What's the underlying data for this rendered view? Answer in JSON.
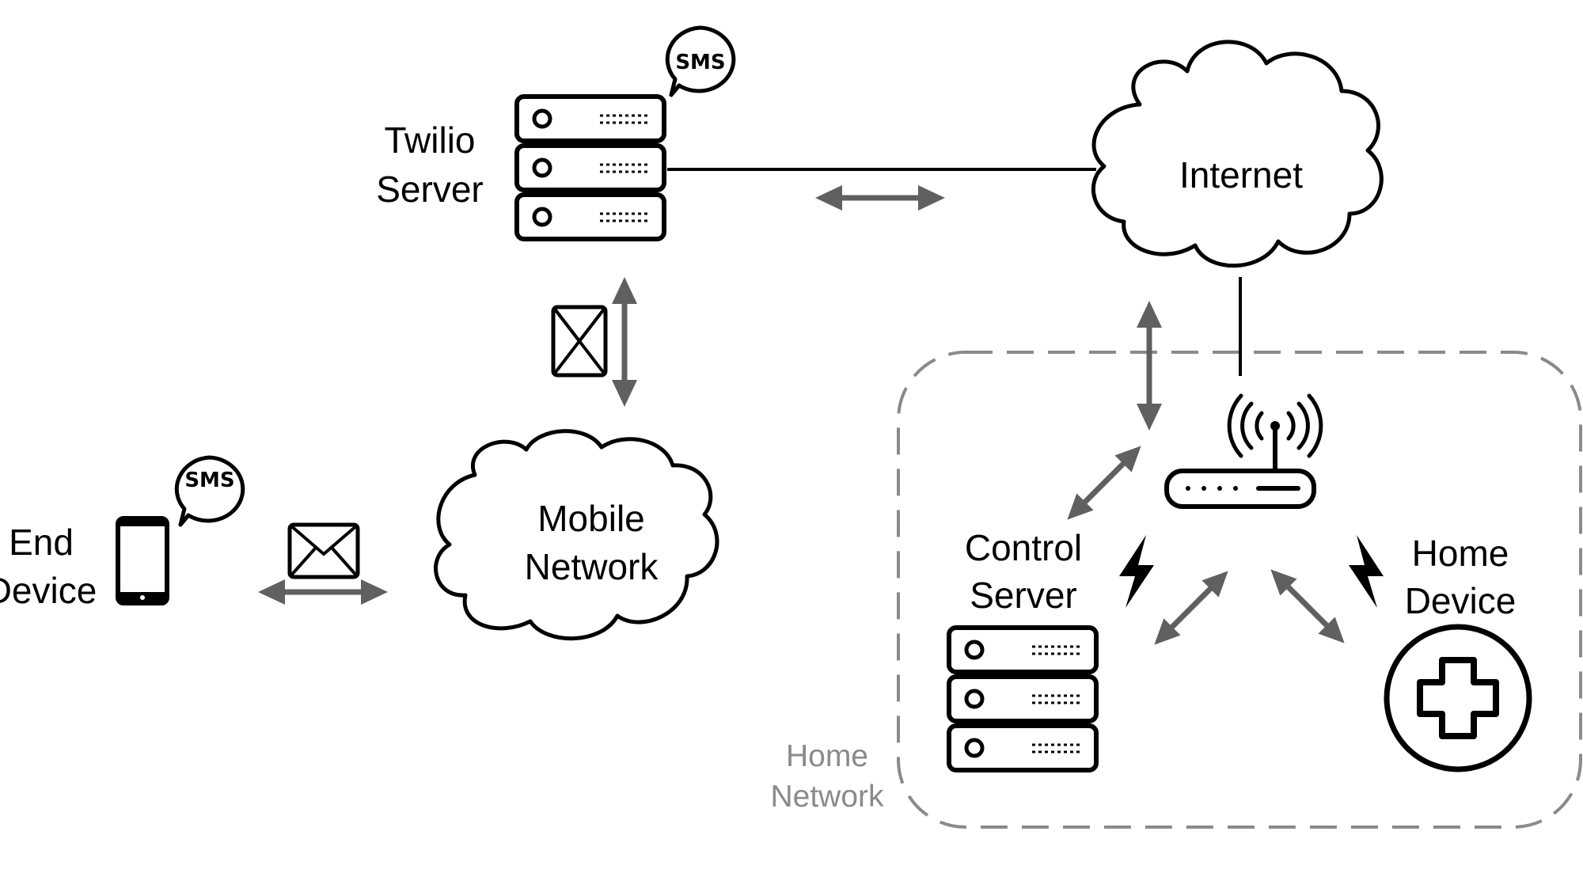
{
  "nodes": {
    "twilio": {
      "label_line1": "Twilio",
      "label_line2": "Server",
      "badge": "SMS"
    },
    "internet": {
      "label": "Internet"
    },
    "mobile_network": {
      "label_line1": "Mobile",
      "label_line2": "Network"
    },
    "end_device": {
      "label_line1": "End",
      "label_line2": "Device",
      "badge": "SMS"
    },
    "control_server": {
      "label_line1": "Control",
      "label_line2": "Server"
    },
    "home_device": {
      "label_line1": "Home",
      "label_line2": "Device"
    },
    "home_network": {
      "label_line1": "Home",
      "label_line2": "Network"
    }
  },
  "colors": {
    "stroke": "#000000",
    "arrow": "#606060",
    "boundary": "#8a8a8a",
    "muted_text": "#8a8a8a"
  },
  "icons": [
    "server-rack-icon",
    "cloud-icon",
    "smartphone-icon",
    "speech-bubble-icon",
    "envelope-icon",
    "wifi-router-icon",
    "lightning-bolt-icon",
    "medical-cross-icon",
    "double-arrow-icon"
  ]
}
